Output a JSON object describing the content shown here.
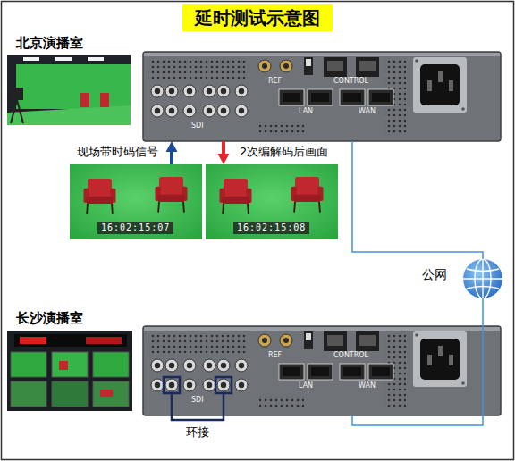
{
  "diagram": {
    "title": "延时测试示意图",
    "nodes": [
      {
        "text": [
          "北京演播室"
        ]
      },
      {
        "text": [
          "REF",
          "CONTROL",
          "LAN",
          "WAN",
          "SDI"
        ]
      },
      {
        "text": [
          "现场带时码信号",
          "16:02:15:07"
        ]
      },
      {
        "text": [
          "2次编解码后画面",
          "16:02:15:08"
        ]
      },
      {
        "text": [
          "公网"
        ]
      },
      {
        "text": [
          "长沙演播室"
        ]
      },
      {
        "text": [
          "REF",
          "CONTROL",
          "LAN",
          "WAN",
          "SDI"
        ]
      }
    ],
    "edges": [
      {
        "from": 2,
        "to": 1,
        "arrow": "to"
      },
      {
        "from": 1,
        "to": 3,
        "arrow": "to"
      },
      {
        "from": 1,
        "to": 4,
        "arrow": "none"
      },
      {
        "from": 4,
        "to": 6,
        "arrow": "none"
      }
    ],
    "labels": [
      "环接"
    ]
  }
}
